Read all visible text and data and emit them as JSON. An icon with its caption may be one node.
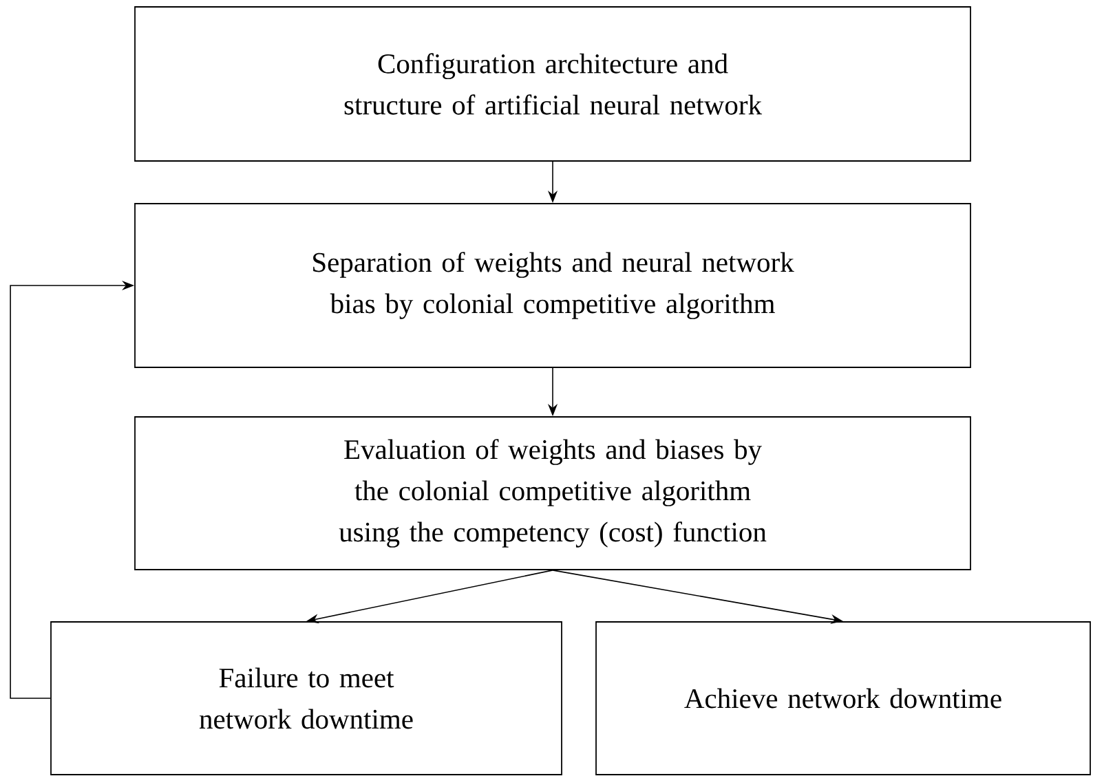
{
  "diagram": {
    "nodes": [
      {
        "text": [
          "Configuration architecture and structure of artificial neural network"
        ]
      },
      {
        "text": [
          "Separation of weights and neural network bias by colonial competitive algorithm"
        ]
      },
      {
        "text": [
          "Evaluation of weights and biases by the colonial competitive algorithm using the competency (cost) function"
        ]
      },
      {
        "text": [
          "Failure to meet network downtime"
        ]
      },
      {
        "text": [
          "Achieve network downtime"
        ]
      }
    ],
    "edges": [
      {
        "from": 0,
        "to": 1,
        "arrow": "to"
      },
      {
        "from": 1,
        "to": 2,
        "arrow": "to"
      },
      {
        "from": 2,
        "to": 3,
        "arrow": "to"
      },
      {
        "from": 2,
        "to": 4,
        "arrow": "to"
      },
      {
        "from": 3,
        "to": 1,
        "arrow": "to"
      }
    ]
  }
}
